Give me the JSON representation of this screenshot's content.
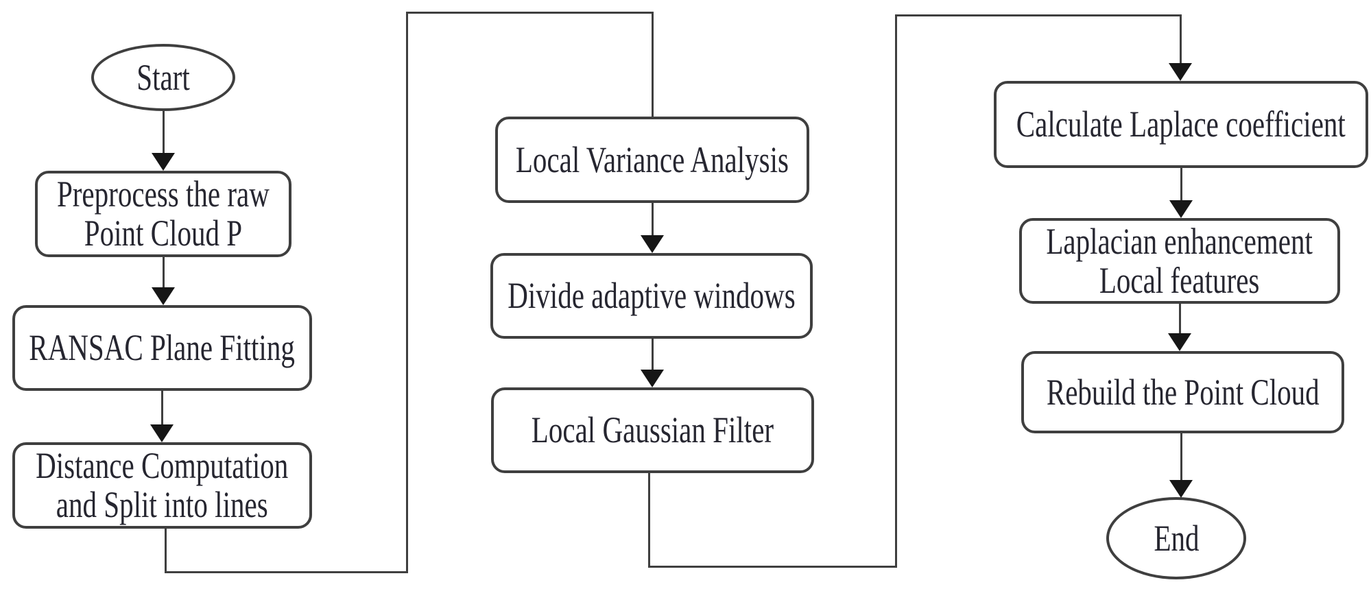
{
  "diagram": {
    "type": "flowchart",
    "colors": {
      "background": "#ffffff",
      "node_fill": "#ffffff",
      "stroke": "#3f3f3f",
      "arrow": "#161616",
      "text": "#262630"
    },
    "nodes": [
      {
        "id": "start",
        "shape": "terminator",
        "label": "Start"
      },
      {
        "id": "preprocess",
        "shape": "process",
        "label": "Preprocess the raw\nPoint Cloud P"
      },
      {
        "id": "ransac",
        "shape": "process",
        "label": "RANSAC Plane Fitting"
      },
      {
        "id": "distance",
        "shape": "process",
        "label": "Distance Computation\nand Split into lines"
      },
      {
        "id": "local-variance",
        "shape": "process",
        "label": "Local Variance Analysis"
      },
      {
        "id": "divide-windows",
        "shape": "process",
        "label": "Divide adaptive windows"
      },
      {
        "id": "gaussian-filter",
        "shape": "process",
        "label": "Local Gaussian Filter"
      },
      {
        "id": "laplace-coefficient",
        "shape": "process",
        "label": "Calculate Laplace coefficient"
      },
      {
        "id": "laplacian-enhancement",
        "shape": "process",
        "label": "Laplacian enhancement\nLocal features"
      },
      {
        "id": "rebuild",
        "shape": "process",
        "label": "Rebuild the Point Cloud"
      },
      {
        "id": "end",
        "shape": "terminator",
        "label": "End"
      }
    ],
    "edges": [
      {
        "from": "start",
        "to": "preprocess",
        "arrowhead": true,
        "route": "straight-down"
      },
      {
        "from": "preprocess",
        "to": "ransac",
        "arrowhead": true,
        "route": "straight-down"
      },
      {
        "from": "ransac",
        "to": "distance",
        "arrowhead": true,
        "route": "straight-down"
      },
      {
        "from": "distance",
        "to": "local-variance",
        "arrowhead": false,
        "route": "down-right-up-right-down"
      },
      {
        "from": "local-variance",
        "to": "divide-windows",
        "arrowhead": true,
        "route": "straight-down"
      },
      {
        "from": "divide-windows",
        "to": "gaussian-filter",
        "arrowhead": true,
        "route": "straight-down"
      },
      {
        "from": "gaussian-filter",
        "to": "laplace-coefficient",
        "arrowhead": true,
        "route": "down-right-up-right-down"
      },
      {
        "from": "laplace-coefficient",
        "to": "laplacian-enhancement",
        "arrowhead": true,
        "route": "straight-down"
      },
      {
        "from": "laplacian-enhancement",
        "to": "rebuild",
        "arrowhead": true,
        "route": "straight-down"
      },
      {
        "from": "rebuild",
        "to": "end",
        "arrowhead": true,
        "route": "straight-down"
      }
    ]
  }
}
